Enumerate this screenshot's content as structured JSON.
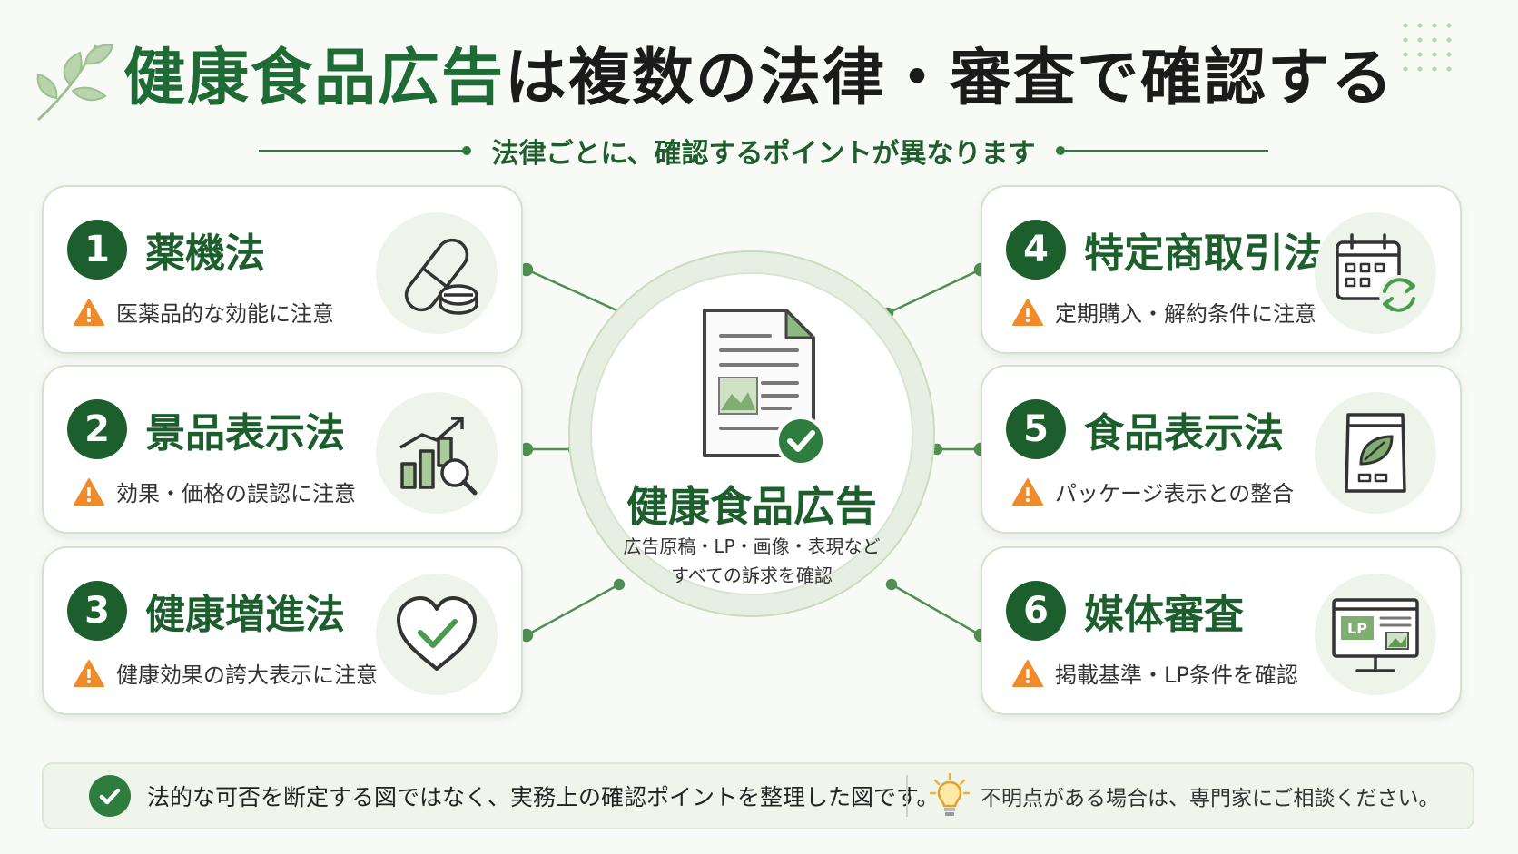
{
  "header": {
    "title_highlight": "健康食品広告",
    "title_rest": "は複数の法律・審査で確認する",
    "subtitle": "法律ごとに、確認するポイントが異なります"
  },
  "center": {
    "title": "健康食品広告",
    "line1": "広告原稿・LP・画像・表現など",
    "line2": "すべての訴求を確認"
  },
  "laws": [
    {
      "number": "1",
      "name": "薬機法",
      "note": "医薬品的な効能に注意",
      "icon": "capsule-pill-icon"
    },
    {
      "number": "2",
      "name": "景品表示法",
      "note": "効果・価格の誤認に注意",
      "icon": "bar-chart-magnifier-icon"
    },
    {
      "number": "3",
      "name": "健康増進法",
      "note": "健康効果の誇大表示に注意",
      "icon": "heart-check-icon"
    },
    {
      "number": "4",
      "name": "特定商取引法",
      "note": "定期購入・解約条件に注意",
      "icon": "calendar-refresh-icon"
    },
    {
      "number": "5",
      "name": "食品表示法",
      "note": "パッケージ表示との整合",
      "icon": "package-leaf-icon"
    },
    {
      "number": "6",
      "name": "媒体審査",
      "note": "掲載基準・LP条件を確認",
      "icon": "monitor-lp-icon"
    }
  ],
  "icon_labels": {
    "monitor_lp": "LP"
  },
  "footer": {
    "note1": "法的な可否を断定する図ではなく、実務上の確認ポイントを整理した図です。",
    "note2": "不明点がある場合は、専門家にご相談ください。"
  },
  "colors": {
    "primary_green": "#1d5e2d",
    "accent_green": "#2e7d3e",
    "warning_orange": "#f08a2a",
    "card_border": "#d3e2cc"
  }
}
